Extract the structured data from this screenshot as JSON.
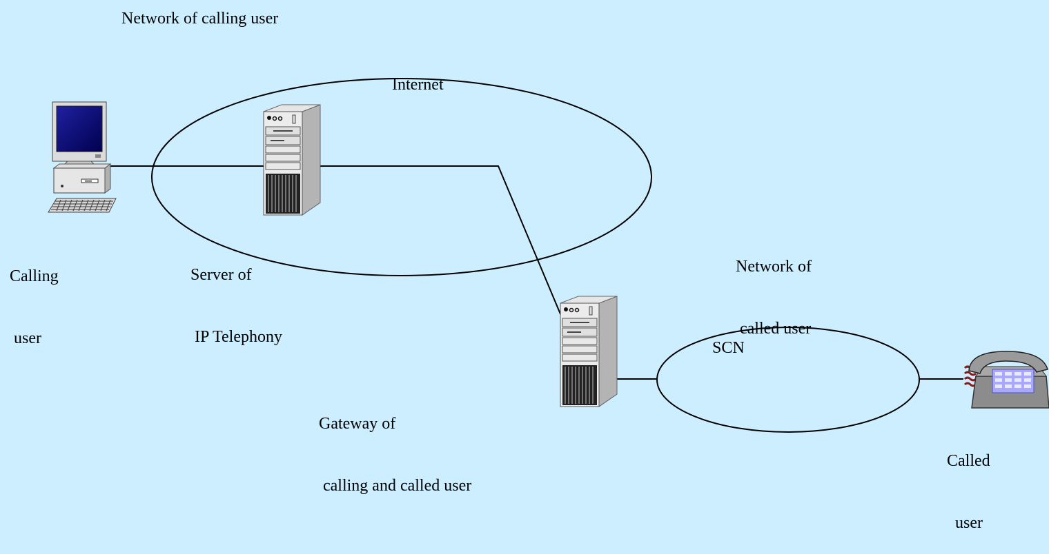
{
  "diagram": {
    "background": "#cceeff",
    "labels": {
      "calling_network": "Network of calling user",
      "internet": "Internet",
      "calling_user": [
        "Calling",
        " user"
      ],
      "server": [
        "Server of",
        " IP Telephony"
      ],
      "called_network": [
        "Network of",
        " called user"
      ],
      "scn": "SCN",
      "gateway": [
        "Gateway of",
        " calling and called user"
      ],
      "called_user": [
        "Called",
        "  user"
      ]
    },
    "icons": {
      "calling_user": "desktop-computer-icon",
      "server": "tower-server-icon",
      "gateway": "tower-server-icon",
      "called_user": "telephone-icon"
    }
  }
}
